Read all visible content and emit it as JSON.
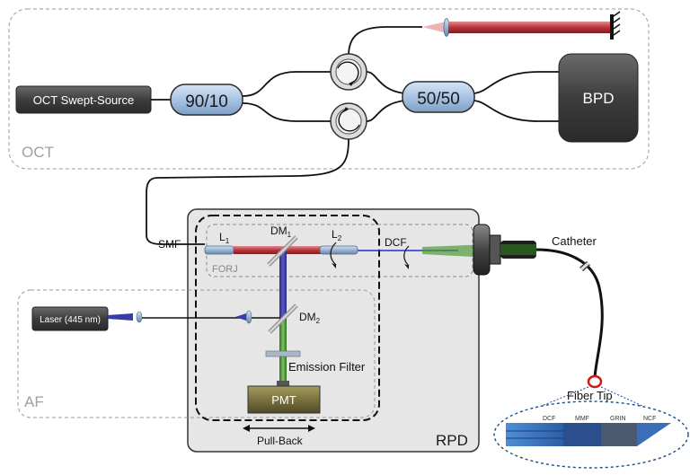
{
  "sections": {
    "oct": "OCT",
    "af": "AF",
    "rpd": "RPD",
    "forj": "FORJ"
  },
  "components": {
    "swept_source": "OCT Swept-Source",
    "coupler_90_10": "90/10",
    "coupler_50_50": "50/50",
    "bpd": "BPD",
    "laser": "Laser (445 nm)",
    "pmt": "PMT",
    "emission_filter": "Emission Filter"
  },
  "labels": {
    "smf": "SMF",
    "l1": "L",
    "l1_sub": "1",
    "dm1": "DM",
    "dm1_sub": "1",
    "l2": "L",
    "l2_sub": "2",
    "dcf": "DCF",
    "dm2": "DM",
    "dm2_sub": "2",
    "catheter": "Catheter",
    "fiber_tip": "Fiber Tip",
    "pull_back": "Pull-Back"
  },
  "fiber_tip_segments": [
    "DCF",
    "MMF",
    "GRIN",
    "NCF"
  ],
  "colors": {
    "oct_beam": "#b8353a",
    "af_beam": "#3a3aa8",
    "emission_beam": "#4e9a3a",
    "coupler_fill": "#a9c3e3",
    "component_fill": "#3d3d3d",
    "rpd_fill": "#e6e6e6",
    "pmt_fill": "#7a7240"
  }
}
